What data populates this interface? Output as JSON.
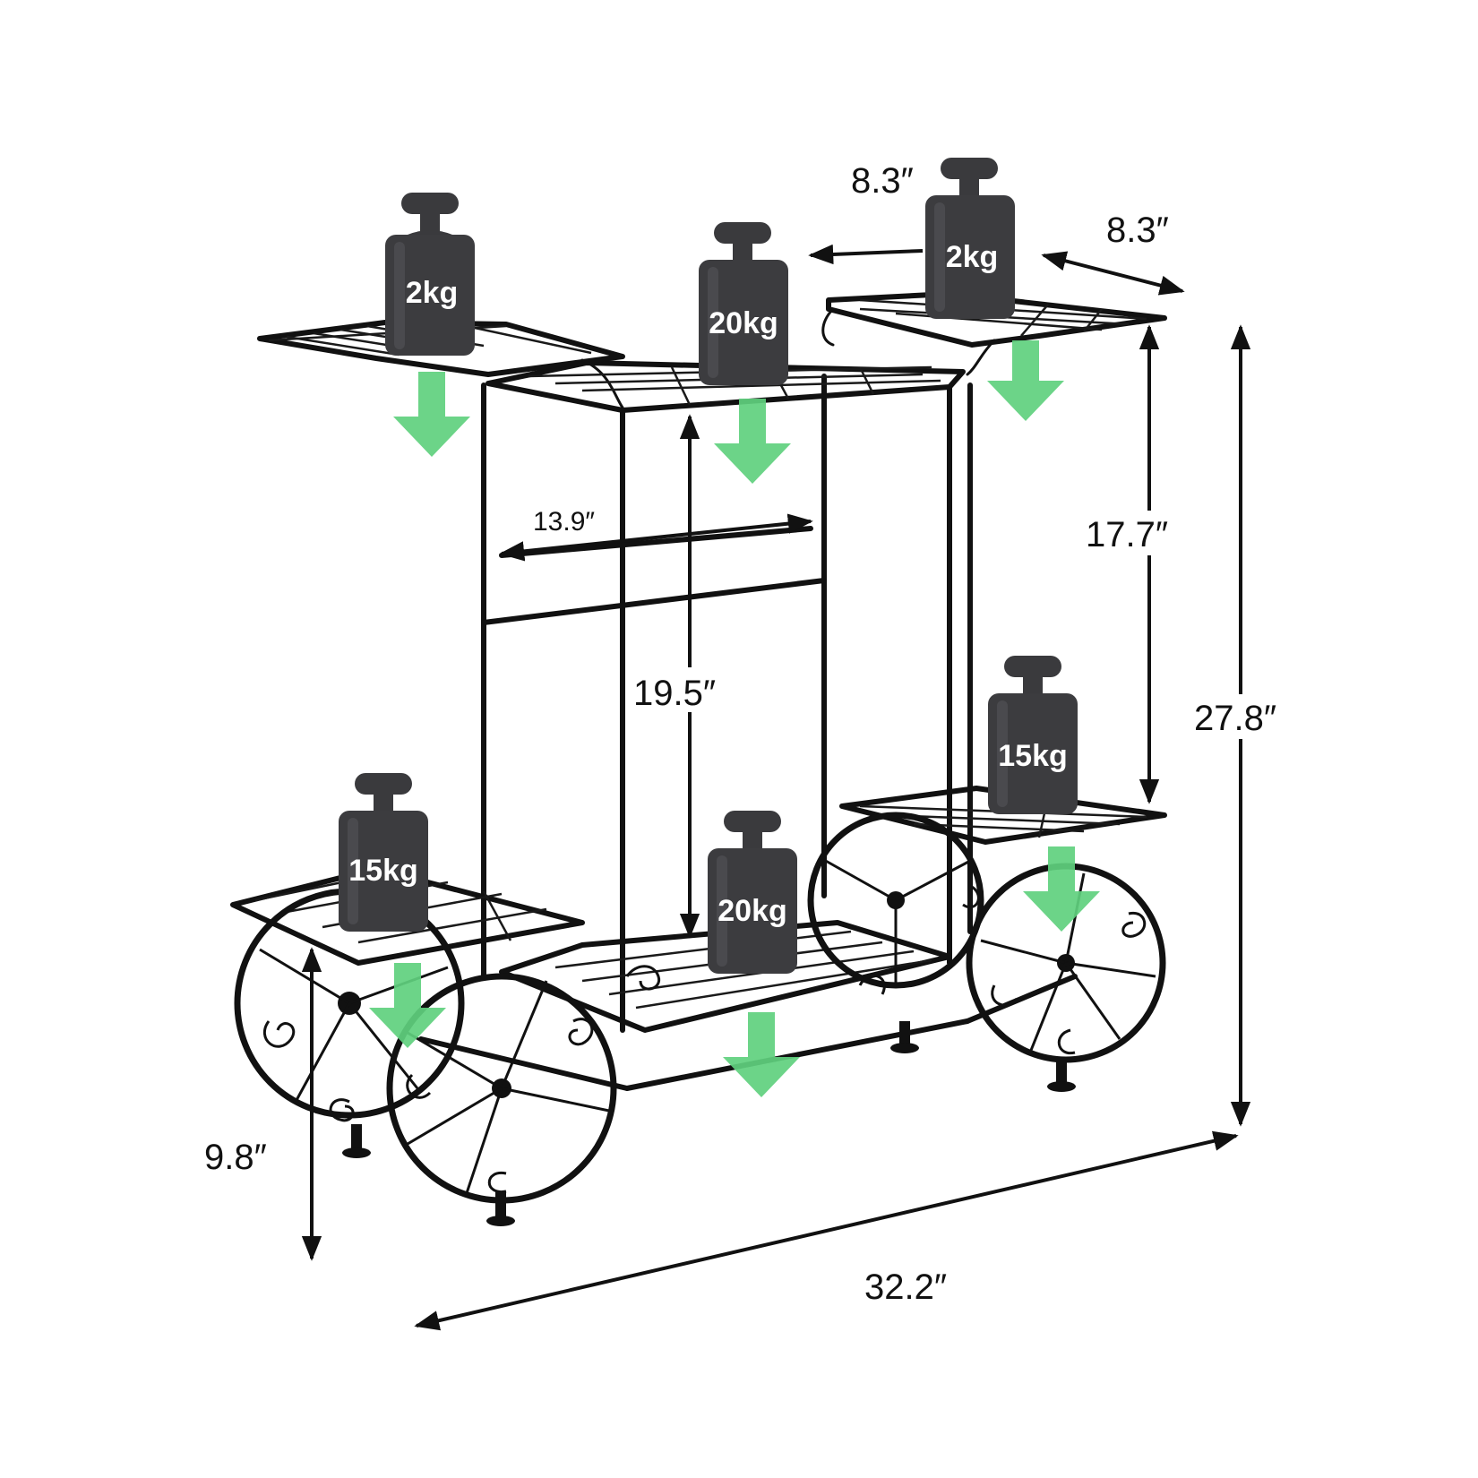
{
  "dimensions": {
    "shelf_depth": "8.3″",
    "shelf_width": "8.3″",
    "inner_width": "13.9″",
    "upper_tier_height": "17.7″",
    "center_tier_height": "19.5″",
    "total_height": "27.8″",
    "base_height": "9.8″",
    "total_length": "32.2″"
  },
  "weights": {
    "top_left": "2kg",
    "top_center": "20kg",
    "top_right": "2kg",
    "bottom_left": "15kg",
    "bottom_center": "20kg",
    "bottom_right": "15kg"
  },
  "colors": {
    "frame": "#111111",
    "weight": "#3c3c3f",
    "load_arrow": "#5fd07e",
    "background": "#ffffff"
  }
}
